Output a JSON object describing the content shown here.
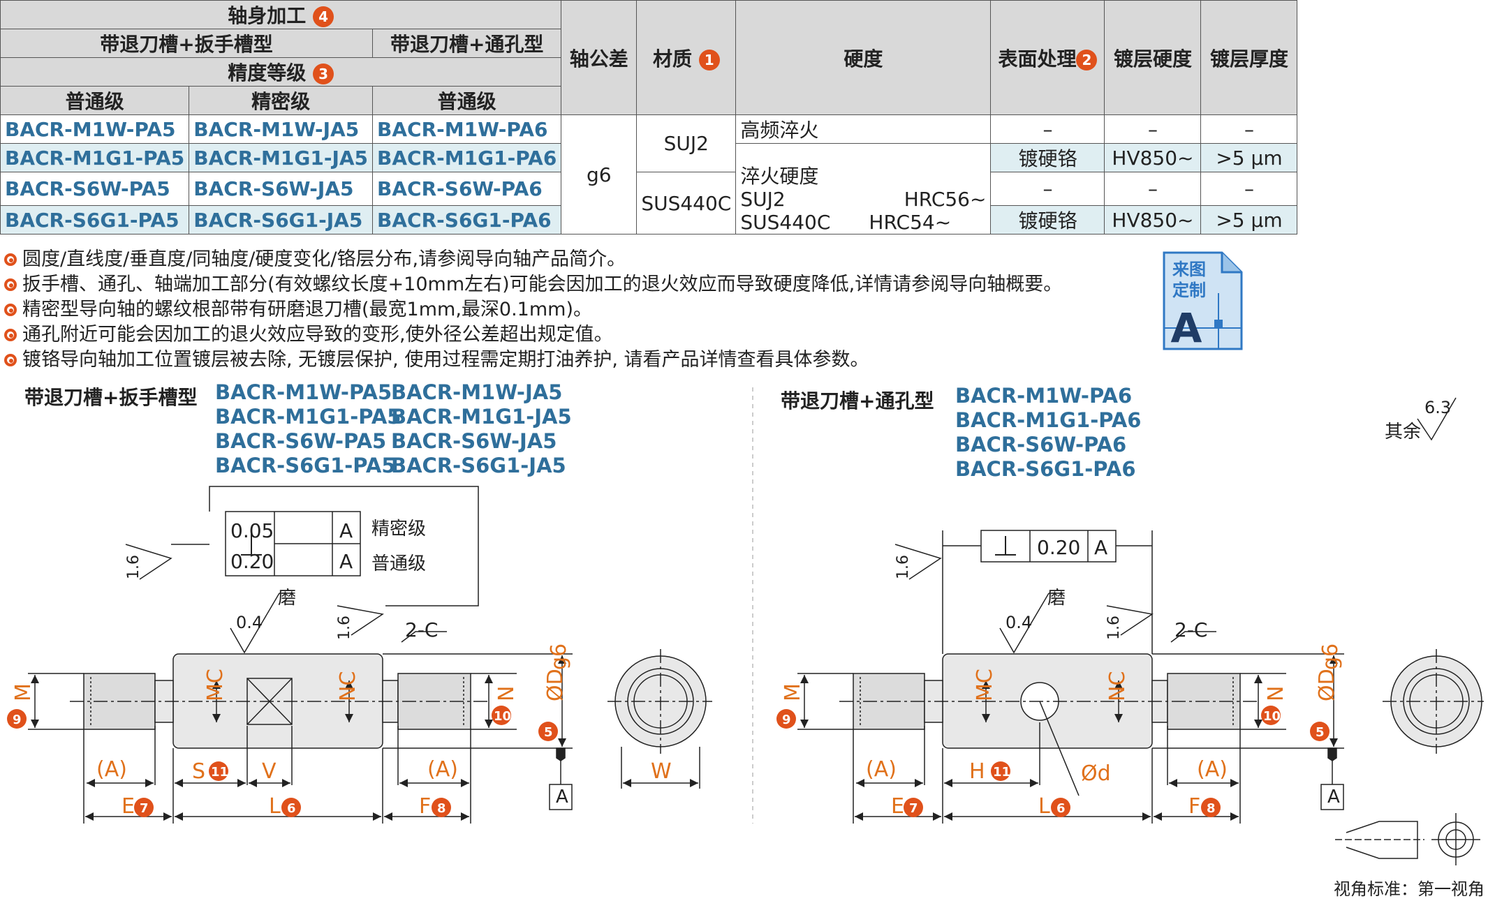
{
  "table": {
    "header": {
      "shaft_machining": "轴身加工",
      "shaft_machining_num": "4",
      "type_wrench": "带退刀槽+扳手槽型",
      "type_hole": "带退刀槽+通孔型",
      "precision_grade": "精度等级",
      "precision_grade_num": "3",
      "normal": "普通级",
      "precise": "精密级",
      "normal2": "普通级",
      "shaft_tolerance": "轴公差",
      "material": "材质",
      "material_num": "1",
      "hardness": "硬度",
      "surface": "表面处理",
      "surface_num": "2",
      "plating_hardness": "镀层硬度",
      "plating_thickness": "镀层厚度"
    },
    "rows": [
      {
        "a": "BACR-M1W-PA5",
        "b": "BACR-M1W-JA5",
        "c": "BACR-M1W-PA6",
        "surface": "–",
        "ph": "–",
        "pt": "–"
      },
      {
        "a": "BACR-M1G1-PA5",
        "b": "BACR-M1G1-JA5",
        "c": "BACR-M1G1-PA6",
        "surface": "镀硬铬",
        "ph": "HV850~",
        "pt": ">5 μm"
      },
      {
        "a": "BACR-S6W-PA5",
        "b": "BACR-S6W-JA5",
        "c": "BACR-S6W-PA6",
        "surface": "–",
        "ph": "–",
        "pt": "–"
      },
      {
        "a": "BACR-S6G1-PA5",
        "b": "BACR-S6G1-JA5",
        "c": "BACR-S6G1-PA6",
        "surface": "镀硬铬",
        "ph": "HV850~",
        "pt": ">5 μm"
      }
    ],
    "tolerance": "g6",
    "material_1": "SUJ2",
    "material_2": "SUS440C",
    "hardness_1": "高频淬火",
    "hardness_2": "淬火硬度",
    "hardness_3a": "SUJ2",
    "hardness_3b": "HRC56~",
    "hardness_4a": "SUS440C",
    "hardness_4b": "HRC54~"
  },
  "notes": [
    "圆度/直线度/垂直度/同轴度/硬度变化/铬层分布,请参阅导向轴产品简介。",
    "扳手槽、通孔、轴端加工部分(有效螺纹长度+10mm左右)可能会因加工的退火效应而导致硬度降低,详情请参阅导向轴概要。",
    "精密型导向轴的螺纹根部带有研磨退刀槽(最宽1mm,最深0.1mm)。",
    "通孔附近可能会因加工的退火效应导致的变形,使外径公差超出规定值。",
    "镀铬导向轴加工位置镀层被去除, 无镀层保护, 使用过程需定期打油养护, 请看产品详情查看具体参数。"
  ],
  "badge": {
    "line1": "来图",
    "line2": "定制",
    "letter": "A"
  },
  "left": {
    "title": "带退刀槽+扳手槽型",
    "parts": [
      "BACR-M1W-PA5",
      "BACR-M1W-JA5",
      "BACR-M1G1-PA5",
      "BACR-M1G1-JA5",
      "BACR-S6W-PA5",
      "BACR-S6W-JA5",
      "BACR-S6G1-PA5",
      "BACR-S6G1-JA5"
    ],
    "tol1": "0.05",
    "tol2": "0.20",
    "datum": "A",
    "tol1_lbl": "精密级",
    "tol2_lbl": "普通级"
  },
  "right": {
    "title": "带退刀槽+通孔型",
    "parts": [
      "BACR-M1W-PA6",
      "BACR-M1G1-PA6",
      "BACR-S6W-PA6",
      "BACR-S6G1-PA6"
    ],
    "tol": "0.20",
    "datum": "A"
  },
  "drawing": {
    "rough_1_6": "1.6",
    "rough_0_4": "0.4",
    "grind": "磨",
    "chamfer": "2-C",
    "others": "其余",
    "rough_6_3": "6.3",
    "view_standard": "视角标准：第一视角",
    "A_paren": "(A)",
    "E": "E",
    "E_num": "7",
    "L": "L",
    "L_num": "6",
    "F": "F",
    "F_num": "8",
    "S": "S",
    "S_num": "11",
    "V": "V",
    "H": "H",
    "H_num": "11",
    "W": "W",
    "M": "M",
    "M_num": "9",
    "N": "N",
    "N_num": "10",
    "MC": "MC",
    "NC": "NC",
    "D": "ØD",
    "D_sub": "g6",
    "D_num": "5",
    "d": "Ød",
    "datum": "A"
  }
}
